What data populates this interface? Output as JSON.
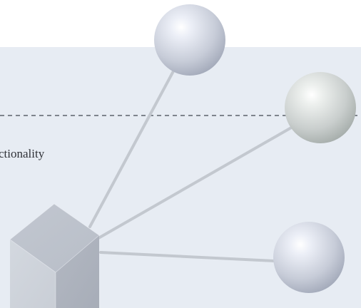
{
  "diagram": {
    "label": "ctionality",
    "colors": {
      "background": "#ffffff",
      "panel": "#e7ecf3",
      "connector": "#c3c8cf",
      "divider": "#5b616a",
      "text": "#2f3137",
      "sphere_top": "#eceff7",
      "sphere_bottom": "#9aa1b2",
      "sphere_gray_top": "#edf0ee",
      "sphere_gray_bottom": "#9da5a2",
      "cube_top": "#b8bec8",
      "cube_left": "#c9ced6",
      "cube_right": "#aab0bb"
    },
    "nodes": [
      {
        "name": "sphere-top-center"
      },
      {
        "name": "sphere-top-right"
      },
      {
        "name": "sphere-bottom-right"
      },
      {
        "name": "cube-hub"
      }
    ]
  }
}
